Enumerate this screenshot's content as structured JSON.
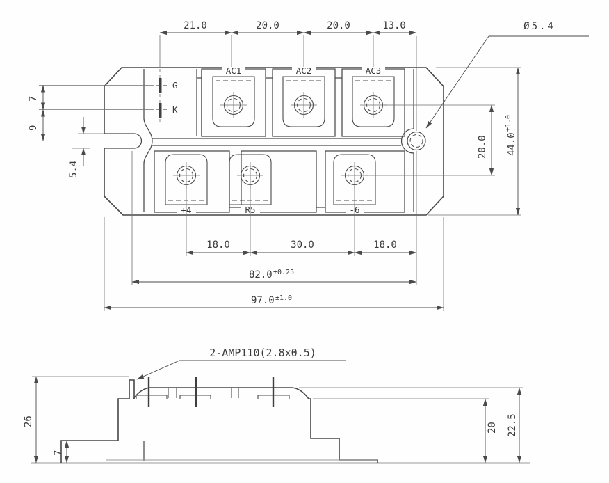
{
  "top_view": {
    "top_dims": [
      "21.0",
      "20.0",
      "20.0",
      "13.0"
    ],
    "hole_label": "Ø5.4",
    "left_dim_7": "7",
    "left_dim_9": "9",
    "slot_width": "5.4",
    "right_dim_20": "20.0",
    "height": "44.0",
    "height_tol": "±1.0",
    "bottom_dims": [
      "18.0",
      "30.0",
      "18.0"
    ],
    "mount_span": "82.0",
    "mount_span_tol": "±0.25",
    "width": "97.0",
    "width_tol": "±1.0",
    "terminals_top": [
      "AC1",
      "AC2",
      "AC3"
    ],
    "terminals_bottom": [
      "+4",
      "R5",
      "-6"
    ],
    "gate_labels": [
      "G",
      "K"
    ]
  },
  "side_view": {
    "tab_note": "2-AMP110(2.8x0.5)",
    "dim_26": "26",
    "dim_7": "7",
    "dim_20": "20",
    "dim_22_5": "22.5"
  }
}
